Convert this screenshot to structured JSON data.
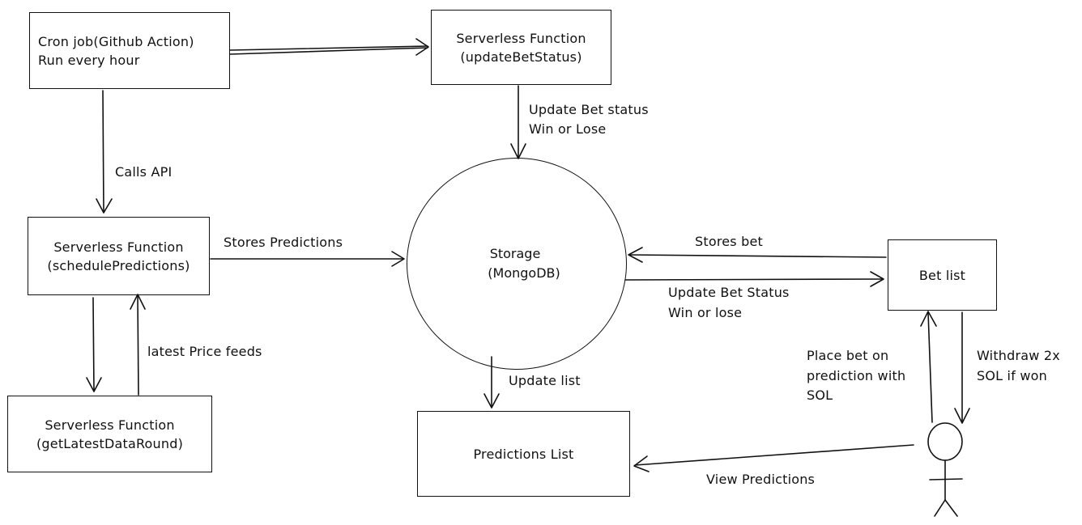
{
  "nodes": {
    "cron": {
      "line1": "Cron job(Github Action)",
      "line2": "Run every hour"
    },
    "update_bet_status_fn": {
      "line1": "Serverless Function",
      "line2": "(updateBetStatus)"
    },
    "schedule_predictions_fn": {
      "line1": "Serverless Function",
      "line2": "(schedulePredictions)"
    },
    "latest_data_round_fn": {
      "line1": "Serverless Function",
      "line2": "(getLatestDataRound)"
    },
    "storage": {
      "line1": "Storage",
      "line2": "(MongoDB)"
    },
    "bet_list": {
      "label": "Bet list"
    },
    "predictions_list": {
      "label": "Predictions List"
    }
  },
  "edges": {
    "calls_api": "Calls API",
    "update_bet_status_1": "Update Bet status",
    "update_bet_status_2": "Win or Lose",
    "stores_predictions": "Stores Predictions",
    "latest_price_feeds": "latest Price feeds",
    "stores_bet": "Stores bet",
    "update_bet_status_list_1": "Update Bet Status",
    "update_bet_status_list_2": "Win or lose",
    "update_list": "Update list",
    "place_bet_1": "Place bet on",
    "place_bet_2": "prediction with",
    "place_bet_3": "SOL",
    "withdraw_1": "Withdraw 2x",
    "withdraw_2": "SOL if won",
    "view_predictions": "View Predictions"
  }
}
